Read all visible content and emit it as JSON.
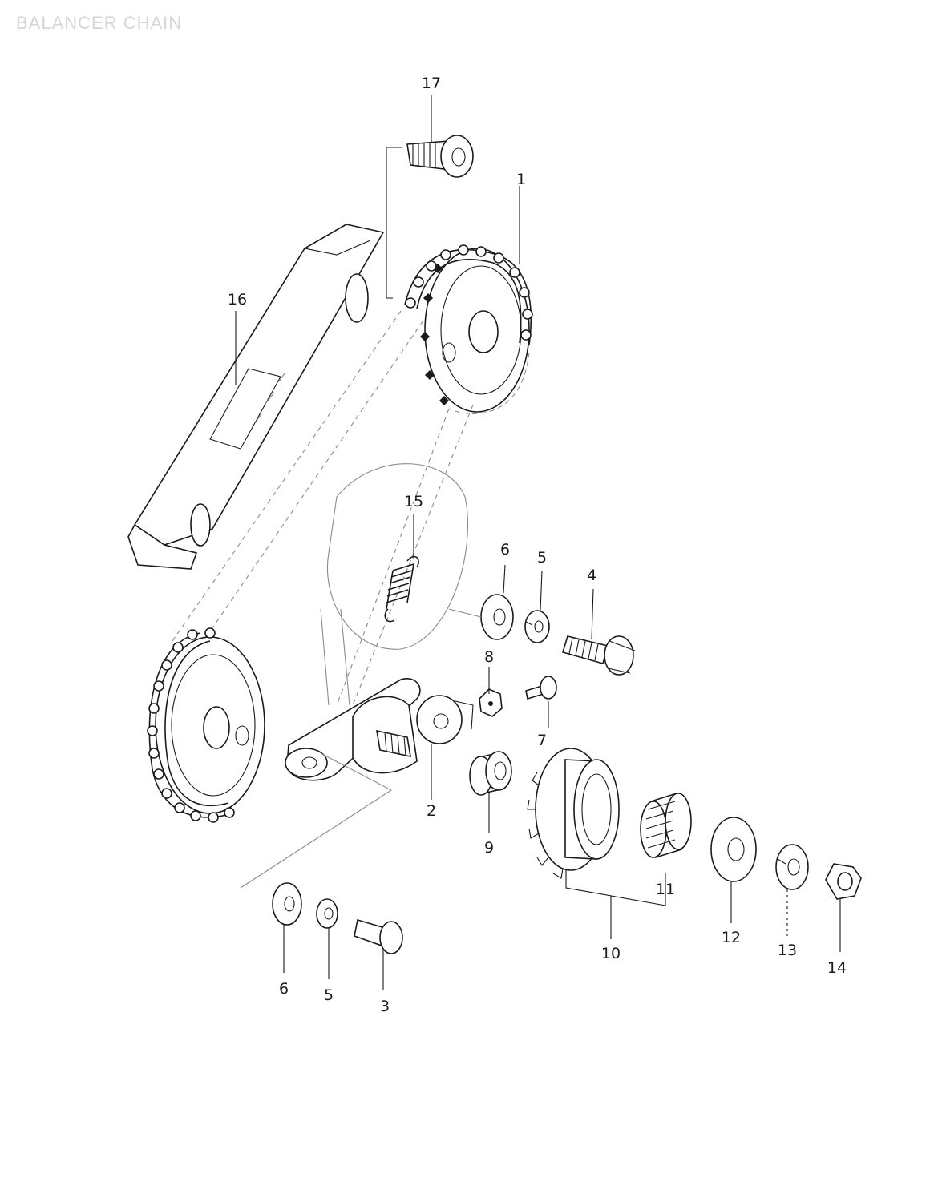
{
  "title": "BALANCER CHAIN",
  "callouts": [
    {
      "id": "c17",
      "label": "17",
      "name": "guide-bolt"
    },
    {
      "id": "c1",
      "label": "1",
      "name": "balancer-chain"
    },
    {
      "id": "c16",
      "label": "16",
      "name": "chain-guide"
    },
    {
      "id": "c15",
      "label": "15",
      "name": "tensioner-spring"
    },
    {
      "id": "c6a",
      "label": "6",
      "name": "washer-upper"
    },
    {
      "id": "c5a",
      "label": "5",
      "name": "lock-washer-upper"
    },
    {
      "id": "c4",
      "label": "4",
      "name": "tensioner-bolt-upper"
    },
    {
      "id": "c8",
      "label": "8",
      "name": "nut"
    },
    {
      "id": "c7",
      "label": "7",
      "name": "adjuster-screw"
    },
    {
      "id": "c2",
      "label": "2",
      "name": "tensioner-arm"
    },
    {
      "id": "c9",
      "label": "9",
      "name": "spacer"
    },
    {
      "id": "c10",
      "label": "10",
      "name": "idler-sprocket"
    },
    {
      "id": "c11",
      "label": "11",
      "name": "needle-bearing"
    },
    {
      "id": "c12",
      "label": "12",
      "name": "thrust-washer"
    },
    {
      "id": "c13",
      "label": "13",
      "name": "lock-washer"
    },
    {
      "id": "c14",
      "label": "14",
      "name": "nut"
    },
    {
      "id": "c6b",
      "label": "6",
      "name": "washer-lower"
    },
    {
      "id": "c5b",
      "label": "5",
      "name": "lock-washer-lower"
    },
    {
      "id": "c3",
      "label": "3",
      "name": "tensioner-bolt-lower"
    }
  ]
}
